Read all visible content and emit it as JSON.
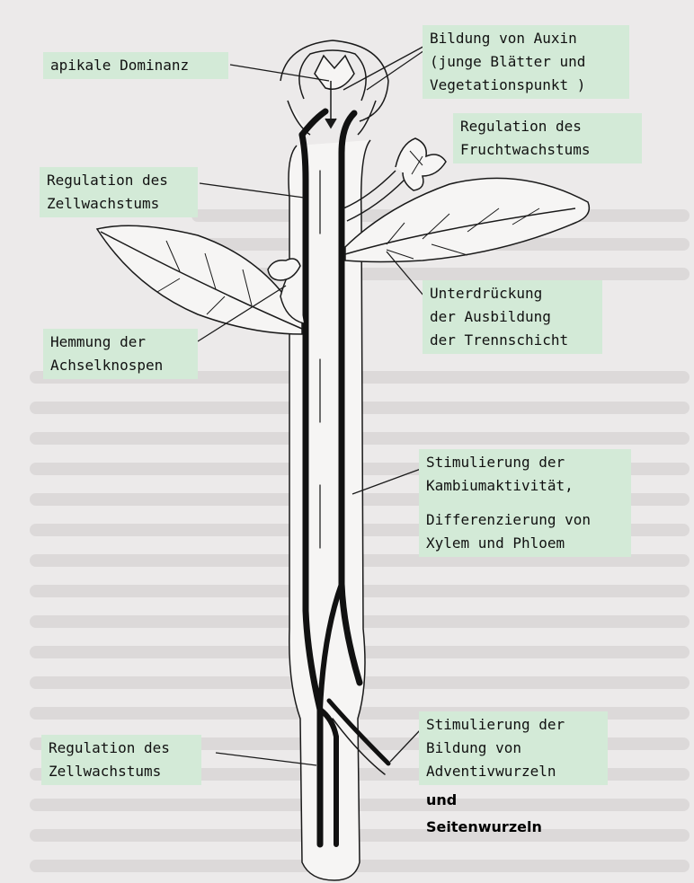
{
  "labels": {
    "apikale": [
      "apikale Dominanz"
    ],
    "auxin": [
      "Bildung von Auxin",
      "(junge Blätter und",
      "Vegetationspunkt )"
    ],
    "frucht": [
      "Regulation des",
      "Fruchtwachstums"
    ],
    "zell_top": [
      "Regulation des",
      "Zellwachstums"
    ],
    "trenn": [
      "Unterdrückung",
      "der Ausbildung",
      "der Trennschicht"
    ],
    "achsel": [
      "Hemmung der",
      "Achselknospen"
    ],
    "kambium": [
      "Stimulierung der",
      "Kambiumaktivität,"
    ],
    "xylem": [
      "Differenzierung von",
      "Xylem und Phloem"
    ],
    "zell_bottom": [
      "Regulation des",
      "Zellwachstums"
    ],
    "wurzel": [
      "Stimulierung der",
      "Bildung von",
      "Adventivwurzeln"
    ],
    "wurzel_extra": [
      "und",
      "Seitenwurzeln"
    ]
  },
  "colors": {
    "label_bg": "#d3ead7",
    "stroke": "#1a1a1a",
    "paper": "#eceaea"
  },
  "icons": {
    "plant": "plant-auxin-illustration"
  }
}
